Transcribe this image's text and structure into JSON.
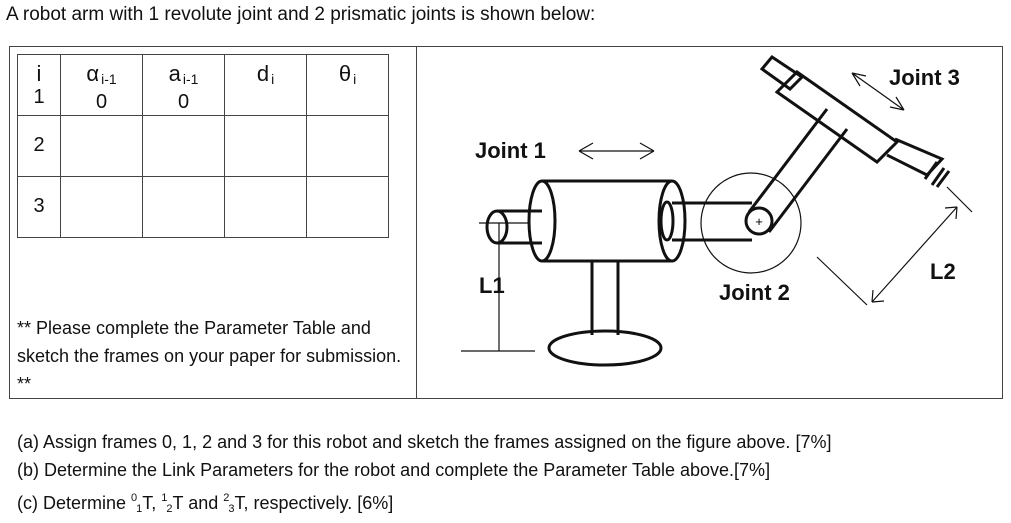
{
  "title": "A robot arm with 1 revolute joint and 2 prismatic joints is shown below:",
  "table": {
    "headers": [
      {
        "sym": "i",
        "sub": ""
      },
      {
        "sym": "α",
        "sub": "i-1"
      },
      {
        "sym": "a",
        "sub": "i-1"
      },
      {
        "sym": "d",
        "sub": "i"
      },
      {
        "sym": "θ",
        "sub": "i"
      }
    ],
    "row1_values": [
      "0",
      "0"
    ],
    "rows": [
      "1",
      "2",
      "3"
    ]
  },
  "note": "** Please complete the Parameter Table and sketch the frames on your paper for submission. **",
  "figure": {
    "joint1": "Joint 1",
    "joint2": "Joint 2",
    "joint3": "Joint 3",
    "l1": "L1",
    "l2": "L2",
    "plus": "+"
  },
  "questions": {
    "a": "(a) Assign frames 0, 1, 2 and 3 for this robot and sketch the frames assigned on the figure above. [7%]",
    "b": "(b) Determine the Link Parameters for the robot and complete the Parameter Table above.[7%]",
    "c_prefix": "(c) Determine ",
    "c_t1": "T, ",
    "c_t2": "T and ",
    "c_t3": "T, respectively. [6%]",
    "sup0": "0",
    "sub1": "1",
    "sup1": "1",
    "sub2": "2",
    "sup2": "2",
    "sub3": "3"
  }
}
